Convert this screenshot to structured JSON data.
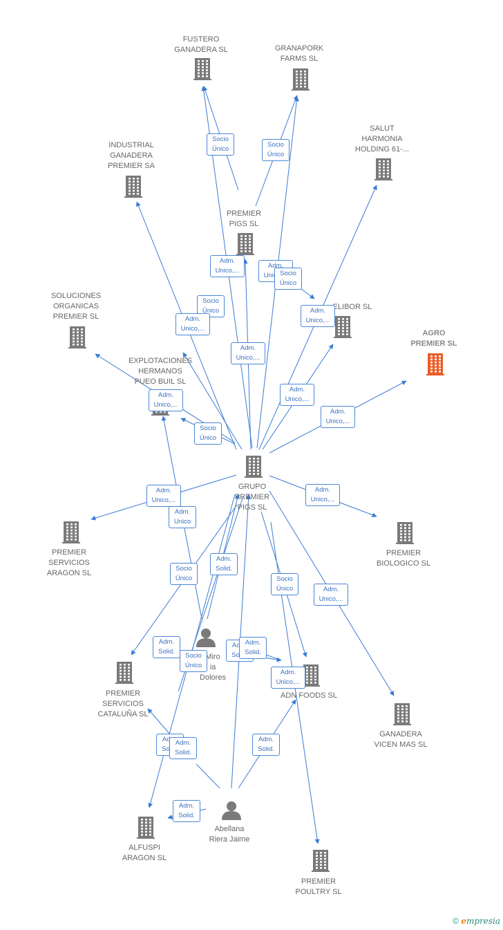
{
  "colors": {
    "edge": "#3a7bd5",
    "company": "#7a7a7a",
    "focus": "#ee5a24",
    "person": "#7a7a7a"
  },
  "nodes": {
    "fustero": {
      "label": "FUSTERO\nGANADERA SL",
      "kind": "company"
    },
    "granapork": {
      "label": "GRANAPORK\nFARMS  SL",
      "kind": "company"
    },
    "salut": {
      "label": "SALUT\nHARMONIA\nHOLDING 61-...",
      "kind": "company"
    },
    "industrial": {
      "label": "INDUSTRIAL\nGANADERA\nPREMIER SA",
      "kind": "company"
    },
    "premier_pigs": {
      "label": "PREMIER\nPIGS SL",
      "kind": "company"
    },
    "soluciones": {
      "label": "SOLUCIONES\nORGANICAS\nPREMIER  SL",
      "kind": "company"
    },
    "elibor": {
      "label": "ELIBOR SL",
      "kind": "company"
    },
    "agro": {
      "label": "AGRO\nPREMIER  SL",
      "kind": "focus"
    },
    "explotaciones": {
      "label": "EXPLOTACIONES\nHERMANOS\nPUEO BUIL  SL",
      "kind": "company"
    },
    "grupo": {
      "label": "GRUPO\nPREMIER\nPIGS SL",
      "kind": "company"
    },
    "servicios_aragon": {
      "label": "PREMIER\nSERVICIOS\nARAGON  SL",
      "kind": "company"
    },
    "biologico": {
      "label": "PREMIER\nBIOLOGICO  SL",
      "kind": "company"
    },
    "miro": {
      "label": "Miro\nia\nDolores",
      "kind": "person"
    },
    "servicios_cataluna": {
      "label": "PREMIER\nSERVICIOS\nCATALUÑA  SL",
      "kind": "company"
    },
    "adn": {
      "label": "ADN FOODS  SL",
      "kind": "company"
    },
    "vicen": {
      "label": "GANADERA\nVICEN MAS  SL",
      "kind": "company"
    },
    "abellana": {
      "label": "Abellana\nRiera Jaime",
      "kind": "person"
    },
    "alfuspi": {
      "label": "ALFUSPI\nARAGON  SL",
      "kind": "company"
    },
    "poultry": {
      "label": "PREMIER\nPOULTRY  SL",
      "kind": "company"
    }
  },
  "relations": [
    {
      "label": "Socio\nÚnico"
    },
    {
      "label": "Socio\nÚnico"
    },
    {
      "label": "Adm.\nUnico,..."
    },
    {
      "label": "Adm.\nUnico,..."
    },
    {
      "label": "Socio\nÚnico"
    },
    {
      "label": "Adm.\nUnico,..."
    },
    {
      "label": "Socio\nÚnico"
    },
    {
      "label": "Adm.\nUnico,..."
    },
    {
      "label": "Adm.\nUnico,..."
    },
    {
      "label": "Adm.\nUnico,..."
    },
    {
      "label": "Adm.\nUnico,..."
    },
    {
      "label": "Adm.\nUnico,..."
    },
    {
      "label": "Socio\nÚnico"
    },
    {
      "label": "Adm.\nUnico,..."
    },
    {
      "label": "Adm.\nUnico"
    },
    {
      "label": "Adm.\nUnico,..."
    },
    {
      "label": "Socio\nÚnico"
    },
    {
      "label": "Adm.\nSolid."
    },
    {
      "label": "Socio\nÚnico"
    },
    {
      "label": "Adm.\nUnico,..."
    },
    {
      "label": "Adm.\nSolid."
    },
    {
      "label": "Socio\nÚnico"
    },
    {
      "label": "Adm.\nSolid."
    },
    {
      "label": "Adm.\nSolid."
    },
    {
      "label": "Adm.\nUnico,..."
    },
    {
      "label": "Adm.\nSolid."
    },
    {
      "label": "Adm.\nSolid."
    },
    {
      "label": "Adm.\nSolid."
    },
    {
      "label": "Adm.\nSolid."
    }
  ],
  "footer": {
    "copyright": "©",
    "brand_initial": "e",
    "brand_rest": "mpresia"
  }
}
